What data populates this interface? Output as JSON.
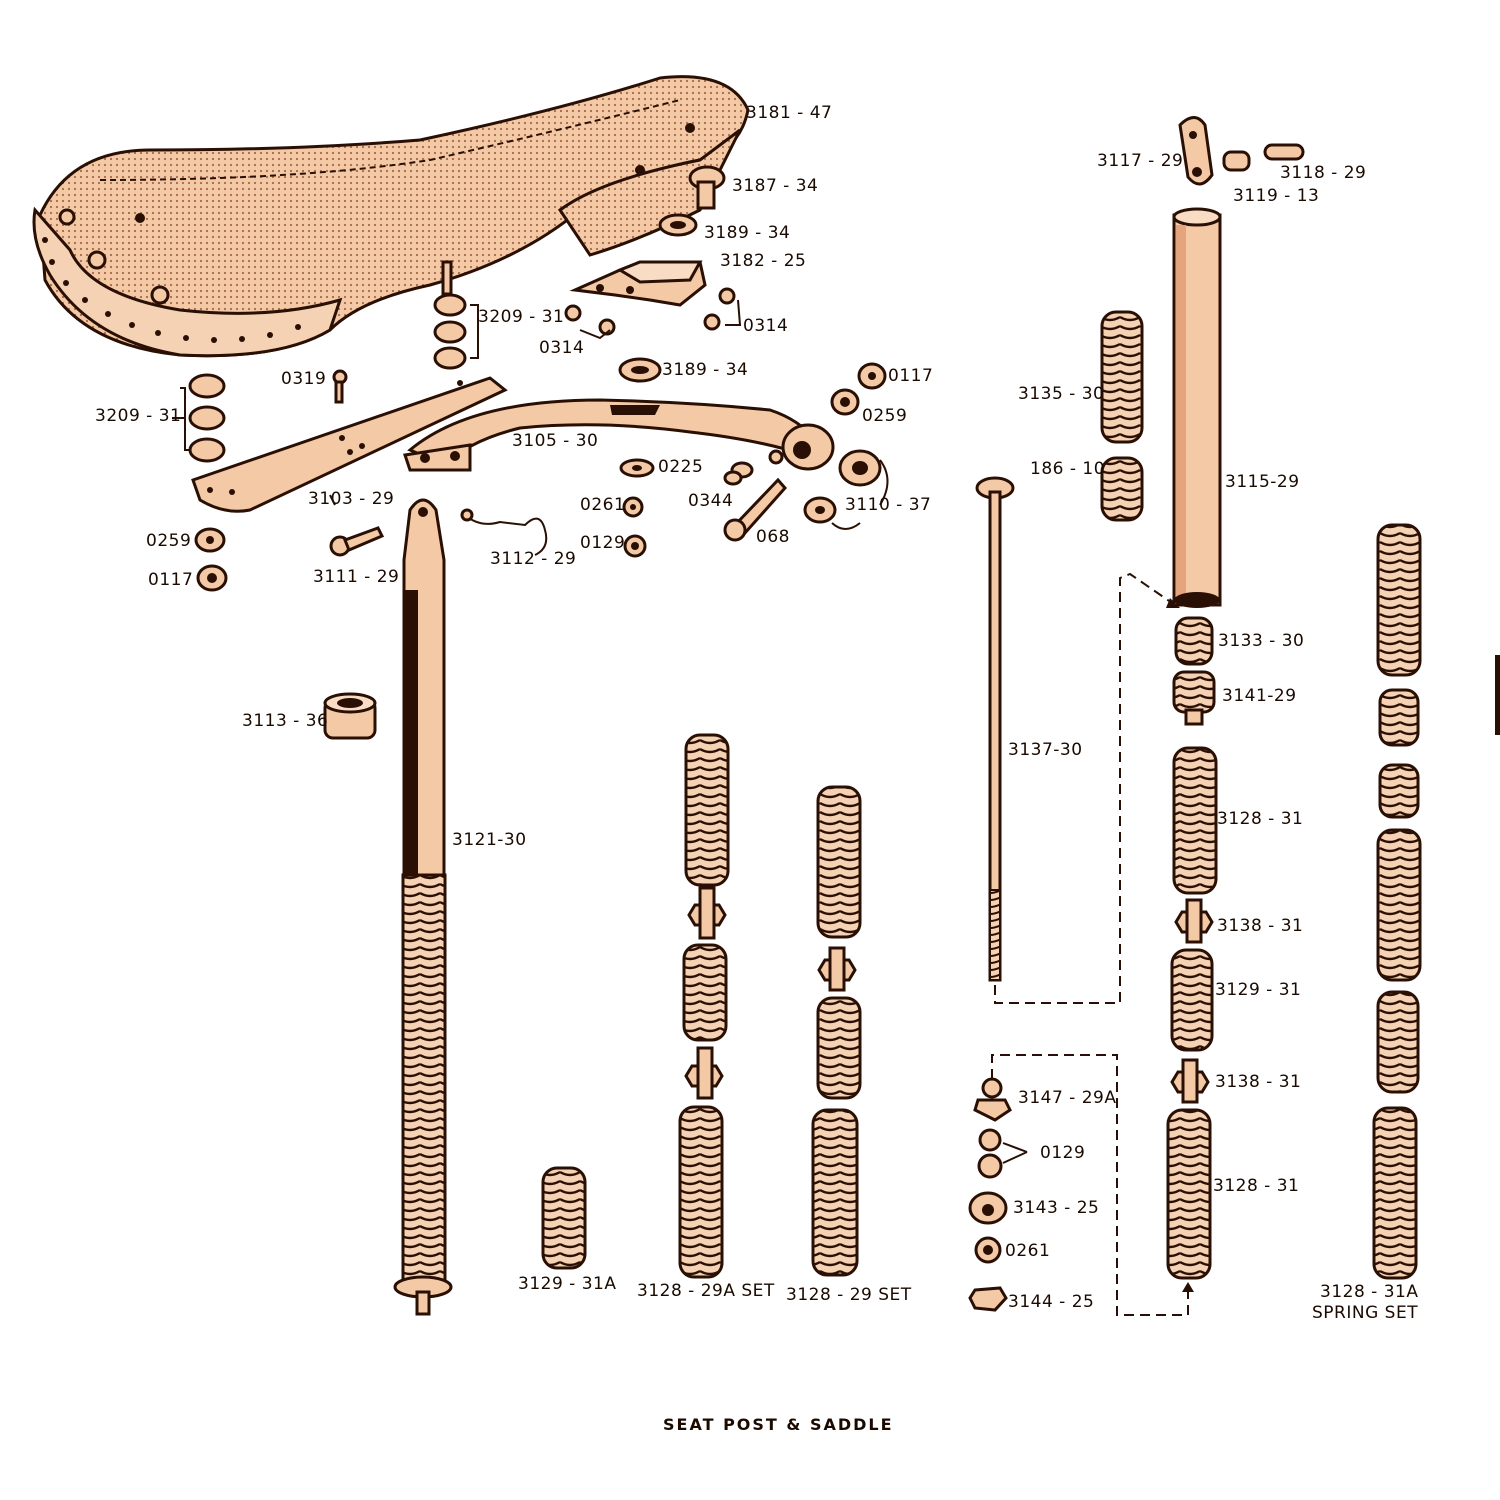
{
  "title": "SEAT POST & SADDLE",
  "colors": {
    "ink": "#2a1004",
    "part_fill": "#f3c9a6",
    "shadow": "#e6a47c",
    "background": "#ffffff"
  },
  "labels": {
    "l3181_47": "3181 - 47",
    "l3187_34": "3187 - 34",
    "l3189_34a": "3189 - 34",
    "l3182_25": "3182 - 25",
    "l3209_31a": "3209 - 31",
    "l0314a": "0314",
    "l0314b": "0314",
    "l3189_34b": "3189 - 34",
    "l0117a": "0117",
    "l0319": "0319",
    "l3209_31b": "3209 - 31",
    "l0259a": "0259",
    "l3105_30": "3105 - 30",
    "l0225": "0225",
    "l0344": "0344",
    "l0261a": "0261",
    "l3103_29": "3103 - 29",
    "l3110_37": "3110 - 37",
    "l068": "068",
    "l0259b": "0259",
    "l0129a": "0129",
    "l3112_29": "3112 - 29",
    "l0117b": "0117",
    "l3111_29": "3111 - 29",
    "l3113_36": "3113 - 36",
    "l3121_30": "3121-30",
    "l3117_29": "3117 - 29",
    "l3118_29": "3118 - 29",
    "l3119_13": "3119 - 13",
    "l3135_30": "3135 - 30",
    "l186_10": "186 - 10",
    "l3115_29": "3115-29",
    "l3133_30": "3133 - 30",
    "l3141_29": "3141-29",
    "l3137_30": "3137-30",
    "l3128_31a": "3128 - 31",
    "l3138_31a": "3138 - 31",
    "l3129_31": "3129 - 31",
    "l3138_31b": "3138 - 31",
    "l3147_29a": "3147 - 29A",
    "l0129b": "0129",
    "l3143_25": "3143 - 25",
    "l3128_31b": "3128 - 31",
    "l0261b": "0261",
    "l3144_25": "3144 - 25",
    "l3129_31a": "3129 - 31A",
    "l3128_29a_set": "3128 - 29A SET",
    "l3128_29_set": "3128 - 29 SET",
    "l3128_31a_set1": "3128 - 31A",
    "l3128_31a_set2": "SPRING SET"
  }
}
